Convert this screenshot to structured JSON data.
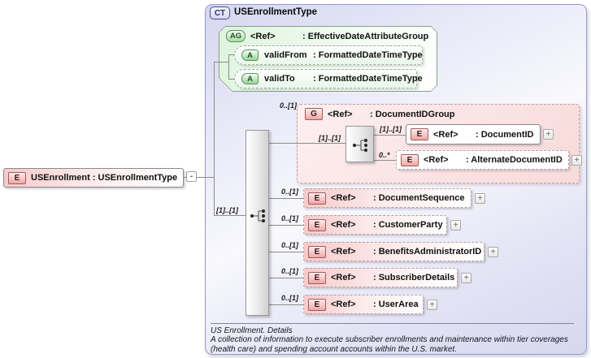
{
  "ui": {
    "expand_symbol": "+",
    "collapse_symbol": "-"
  },
  "root_element": {
    "badge": "E",
    "label": "USEnrollment : USEnrollmentType",
    "sequence_cardinality": "[1]..[1]"
  },
  "complex_type": {
    "badge": "CT",
    "title": "USEnrollmentType"
  },
  "attribute_group": {
    "badge": "AG",
    "ref": "<Ref>",
    "name": ": EffectiveDateAttributeGroup",
    "attributes": [
      {
        "badge": "A",
        "name": "validFrom",
        "type": ": FormattedDateTimeType"
      },
      {
        "badge": "A",
        "name": "validTo",
        "type": ": FormattedDateTimeType"
      }
    ]
  },
  "document_id_group": {
    "cardinality": "0..[1]",
    "badge": "G",
    "ref": "<Ref>",
    "name": ": DocumentIDGroup",
    "sequence_cardinality": "[1]..[1]",
    "elements": [
      {
        "cardinality": "[1]..[1]",
        "badge": "E",
        "ref": "<Ref>",
        "name": ": DocumentID"
      },
      {
        "cardinality": "0..*",
        "badge": "E",
        "ref": "<Ref>",
        "name": ": AlternateDocumentID"
      }
    ]
  },
  "elements": [
    {
      "cardinality": "0..[1]",
      "badge": "E",
      "ref": "<Ref>",
      "name": ": DocumentSequence"
    },
    {
      "cardinality": "0..[1]",
      "badge": "E",
      "ref": "<Ref>",
      "name": ": CustomerParty"
    },
    {
      "cardinality": "0..[1]",
      "badge": "E",
      "ref": "<Ref>",
      "name": ": BenefitsAdministratorID"
    },
    {
      "cardinality": "0..[1]",
      "badge": "E",
      "ref": "<Ref>",
      "name": ": SubscriberDetails"
    },
    {
      "cardinality": "0..[1]",
      "badge": "E",
      "ref": "<Ref>",
      "name": ": UserArea"
    }
  ],
  "annotation": {
    "title": "US Enrollment. Details",
    "description": "A collection of information to execute subscriber enrollments and maintenance within tier coverages (health care) and spending account accounts within the U.S. market."
  },
  "colors": {
    "container_fill": "#dcdcf2",
    "container_border": "#9a9ac8",
    "attribute_group_fill": "#ddf4dd",
    "group_fill": "#f8dada",
    "element_fill": "#f6caca",
    "badge_red_border": "#a25c5c",
    "badge_green_border": "#5f8f5f",
    "ct_badge_border": "#4d4d8f",
    "line": "#8c8c8c"
  }
}
